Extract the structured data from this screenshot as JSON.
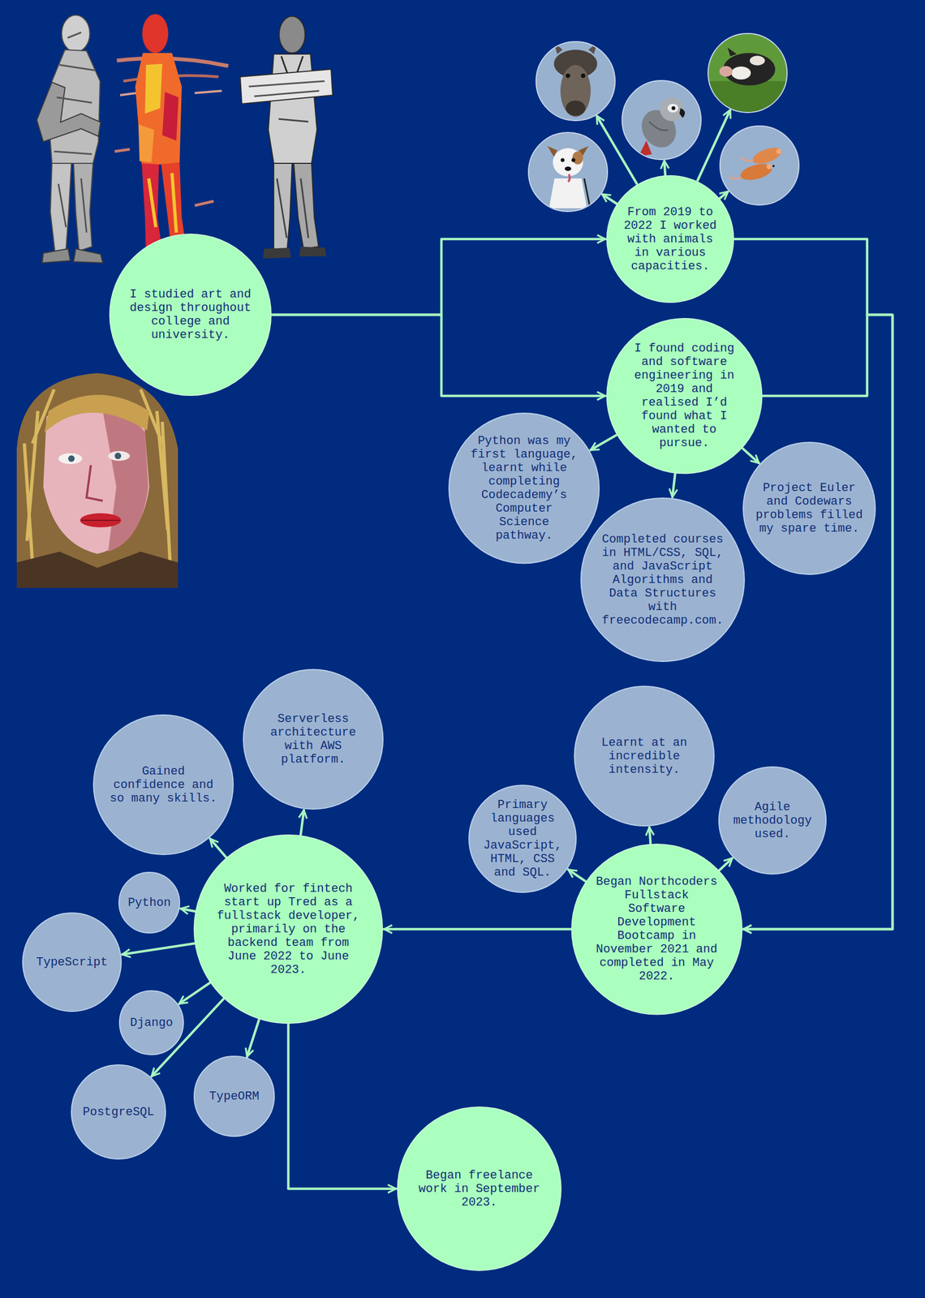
{
  "diagram": {
    "nodes": [
      {
        "text": [
          "I studied art and design throughout college and university."
        ]
      },
      {
        "text": [
          "From 2019 to 2022 I worked with animals in various capacities."
        ]
      },
      {
        "text": [
          "I found coding and software engineering in 2019 and realised I’d found what I wanted to pursue."
        ]
      },
      {
        "text": [
          "Python was my first language, learnt while completing Codecademy’s Computer Science pathway."
        ]
      },
      {
        "text": [
          "Completed courses in HTML/CSS, SQL, and JavaScript Algorithms and Data Structures with freecodecamp.com."
        ]
      },
      {
        "text": [
          "Project Euler and Codewars problems filled my spare time."
        ]
      },
      {
        "text": [
          "Began Northcoders Fullstack Software Development Bootcamp in November 2021 and completed in May 2022."
        ]
      },
      {
        "text": [
          "Primary languages used JavaScript, HTML, CSS and SQL."
        ]
      },
      {
        "text": [
          "Learnt at an incredible intensity."
        ]
      },
      {
        "text": [
          "Agile methodology used."
        ]
      },
      {
        "text": [
          "Worked for fintech start up Tred as a fullstack developer, primarily on the backend team from June 2022 to June 2023."
        ]
      },
      {
        "text": [
          "Gained confidence and so many skills."
        ]
      },
      {
        "text": [
          "Serverless architecture with AWS platform."
        ]
      },
      {
        "text": [
          "Python"
        ]
      },
      {
        "text": [
          "TypeScript"
        ]
      },
      {
        "text": [
          "Django"
        ]
      },
      {
        "text": [
          "PostgreSQL"
        ]
      },
      {
        "text": [
          "TypeORM"
        ]
      },
      {
        "text": [
          "Began freelance work in September 2023."
        ]
      }
    ],
    "edges": [
      {
        "from": 0,
        "to": 1,
        "arrow": "to"
      },
      {
        "from": 0,
        "to": 2,
        "arrow": "to"
      },
      {
        "from": 2,
        "to": 3,
        "arrow": "to"
      },
      {
        "from": 2,
        "to": 4,
        "arrow": "to"
      },
      {
        "from": 2,
        "to": 5,
        "arrow": "to"
      },
      {
        "from": 1,
        "to": 6,
        "arrow": "to"
      },
      {
        "from": 2,
        "to": 6,
        "arrow": "to"
      },
      {
        "from": 6,
        "to": 7,
        "arrow": "to"
      },
      {
        "from": 6,
        "to": 8,
        "arrow": "to"
      },
      {
        "from": 6,
        "to": 9,
        "arrow": "to"
      },
      {
        "from": 6,
        "to": 10,
        "arrow": "to"
      },
      {
        "from": 10,
        "to": 11,
        "arrow": "to"
      },
      {
        "from": 10,
        "to": 12,
        "arrow": "to"
      },
      {
        "from": 10,
        "to": 13,
        "arrow": "to"
      },
      {
        "from": 10,
        "to": 14,
        "arrow": "to"
      },
      {
        "from": 10,
        "to": 15,
        "arrow": "to"
      },
      {
        "from": 10,
        "to": 16,
        "arrow": "to"
      },
      {
        "from": 10,
        "to": 17,
        "arrow": "to"
      },
      {
        "from": 10,
        "to": 18,
        "arrow": "to"
      }
    ]
  }
}
